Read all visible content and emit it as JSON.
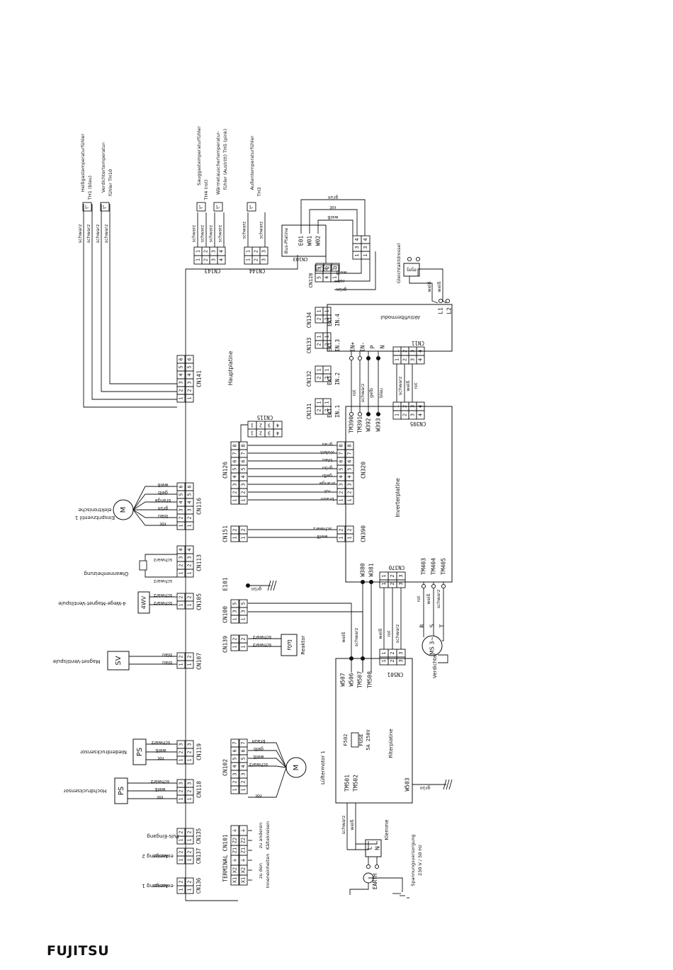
{
  "brand": "FUJITSU",
  "boards": {
    "main": "Hauptplatine",
    "inverter": "Inverterplatine",
    "filter": "Filterplatine",
    "active_filter": "Aktivfiltermodul",
    "bus": "Bus-Platine"
  },
  "sensors_top": {
    "th1": [
      "Heißgastemperaturfühler",
      "TH1 (blau)"
    ],
    "th10": [
      "Verdichtertemperatur-",
      "fühler TH10"
    ],
    "th4": [
      "Sauggastemperaturfühler",
      "TH4 (rot)"
    ],
    "th5": [
      "Wärmetauschertemperatur-",
      "fühler (Austritt) TH5 (pink)"
    ],
    "th3": [
      "Außentemperaturfühler",
      "TH3"
    ]
  },
  "wires_top_left": [
    "schwarz",
    "schwarz",
    "schwarz",
    "schwarz"
  ],
  "wires_cn143": [
    "schwarz",
    "schwarz",
    "schwarz",
    "schwarz"
  ],
  "wires_cn144": [
    "schwarz",
    "schwarz"
  ],
  "main_connectors": {
    "cn143": "CN143",
    "cn144": "CN144",
    "cn141": "CN141",
    "cn116": "CN116",
    "cn113": "CN113",
    "cn105": "CN105",
    "cn107": "CN107",
    "cn119": "CN119",
    "cn118": "CN118",
    "cn135": "CN135",
    "cn137": "CN137",
    "cn136": "CN136",
    "cn103": "CN103",
    "cn128": "CN128",
    "cn134": "CN134",
    "cn133": "CN133",
    "cn132": "CN132",
    "cn131": "CN131",
    "cn115": "CN115",
    "cn126": "CN126",
    "cn151": "CN151",
    "e101": "E101",
    "cn100": "CN100",
    "cn139": "CN139",
    "cn102": "CN102",
    "terminal_cn101": "TERMINAL CN101"
  },
  "ext_inputs": {
    "in4": [
      "EXT.",
      "IN.4"
    ],
    "in3": [
      "EXT.",
      "IN.3"
    ],
    "in2": [
      "EXT.",
      "IN.2"
    ],
    "in1": [
      "EXT.",
      "IN.1"
    ]
  },
  "components": {
    "ev1": [
      "elektronische",
      "Einspritzventil 1"
    ],
    "oil_heater": "Ölwannenheizung",
    "fourway": "4-Wege-Magnet-Ventilspule",
    "fourway_box": "4WV",
    "sv": "Magnet-Ventilspule",
    "sv_box": "SV",
    "lp": "Niederdrucksensor",
    "hp": "Hochdrucksensor",
    "ps_box": "PS",
    "pulse_in": "Puls-Eingang",
    "ext_out2": [
      "externer",
      "Ausgang 2"
    ],
    "ext_out1": [
      "externer",
      "Ausgang 1"
    ],
    "fan": "Lüftermotor 1",
    "motor_box": "M",
    "reactor": "Reaktor",
    "compressor": "Verdichter",
    "compressor_box": "MS 3~",
    "choke": "Gleichtaktdrossel",
    "terminal": "Klemme",
    "earth": "EARTH",
    "supply": [
      "Spannungsversorgung",
      "230 V / 50 Hz"
    ],
    "to_indoor": [
      "zu den",
      "Inneneinheiten"
    ],
    "to_circuits": [
      "zu anderen",
      "Kältekreisen"
    ],
    "fuse": [
      "F502",
      "FUSE",
      "5A 250V"
    ]
  },
  "inverter_connectors": {
    "cn395": "CN395",
    "cn320": "CN320",
    "cn390": "CN390",
    "cn370": "CN370",
    "cn501": "CN501",
    "cn11": "CN11",
    "tm390": "TM390",
    "tm391": "TM391",
    "w392": "W392",
    "w393": "W393",
    "w380": "W380",
    "w381": "W381",
    "tm403": "TM403",
    "tm404": "TM404",
    "tm405": "TM405"
  },
  "filter_terminals": {
    "w507": "W507",
    "w506": "W506",
    "tm507": "TM507",
    "tm508": "TM508",
    "tm501": "TM501",
    "tm502": "TM502",
    "w503": "W503"
  },
  "bus_pins": [
    "E01",
    "W01",
    "W02"
  ],
  "active_filter_pins": [
    "IN+",
    "IN-",
    "P",
    "N"
  ],
  "active_filter_l": [
    "L1",
    "L2"
  ],
  "compressor_phases": [
    "R",
    "S",
    "T"
  ],
  "terminal_labels": [
    "X1",
    "X2",
    "⏚",
    "Z1",
    "Z2",
    "⏚"
  ],
  "supply_labels": [
    "L",
    "N"
  ],
  "wires_cn320": [
    "grau",
    "violett",
    "blau",
    "grün",
    "gelb",
    "orange",
    "rot",
    "braun"
  ],
  "wires_cn390": [
    "schwarz",
    "weiß"
  ],
  "wires_tm": [
    "rot",
    "schwarz",
    "gelb",
    "blau"
  ],
  "wires_cn395": [
    "schwarz",
    "weiß",
    "rot"
  ],
  "wires_bus": [
    "grün",
    "rot",
    "weiß"
  ],
  "wires_cn128": [
    "weiß",
    "rot",
    "grün"
  ],
  "wires_choke": [
    "weiß",
    "weiß"
  ],
  "wires_cn116": [
    "weiß",
    "gelb",
    "orange",
    "grün",
    "blau",
    "rot"
  ],
  "wires_cn113": [
    "schwarz",
    "schwarz"
  ],
  "wires_cn105": [
    "schwarz",
    "schwarz"
  ],
  "wires_cn107": [
    "blau",
    "blau"
  ],
  "wires_cn119": [
    "schwarz",
    "weiß",
    "rot"
  ],
  "wires_cn118": [
    "schwarz",
    "weiß",
    "rot"
  ],
  "wires_cn139": [
    "schwarz",
    "schwarz"
  ],
  "wires_cn102": [
    "braun",
    "gelb",
    "weiß",
    "schwarz",
    "rot"
  ],
  "wires_cn100": [
    "weiß",
    "schwarz"
  ],
  "wires_cn501": [
    "weiß",
    "rot",
    "schwarz"
  ],
  "wires_compressor": [
    "rot",
    "weiß",
    "schwarz"
  ],
  "wires_supply": [
    "schwarz",
    "weiß"
  ],
  "wire_e101": "grün",
  "wire_w503": "grün"
}
